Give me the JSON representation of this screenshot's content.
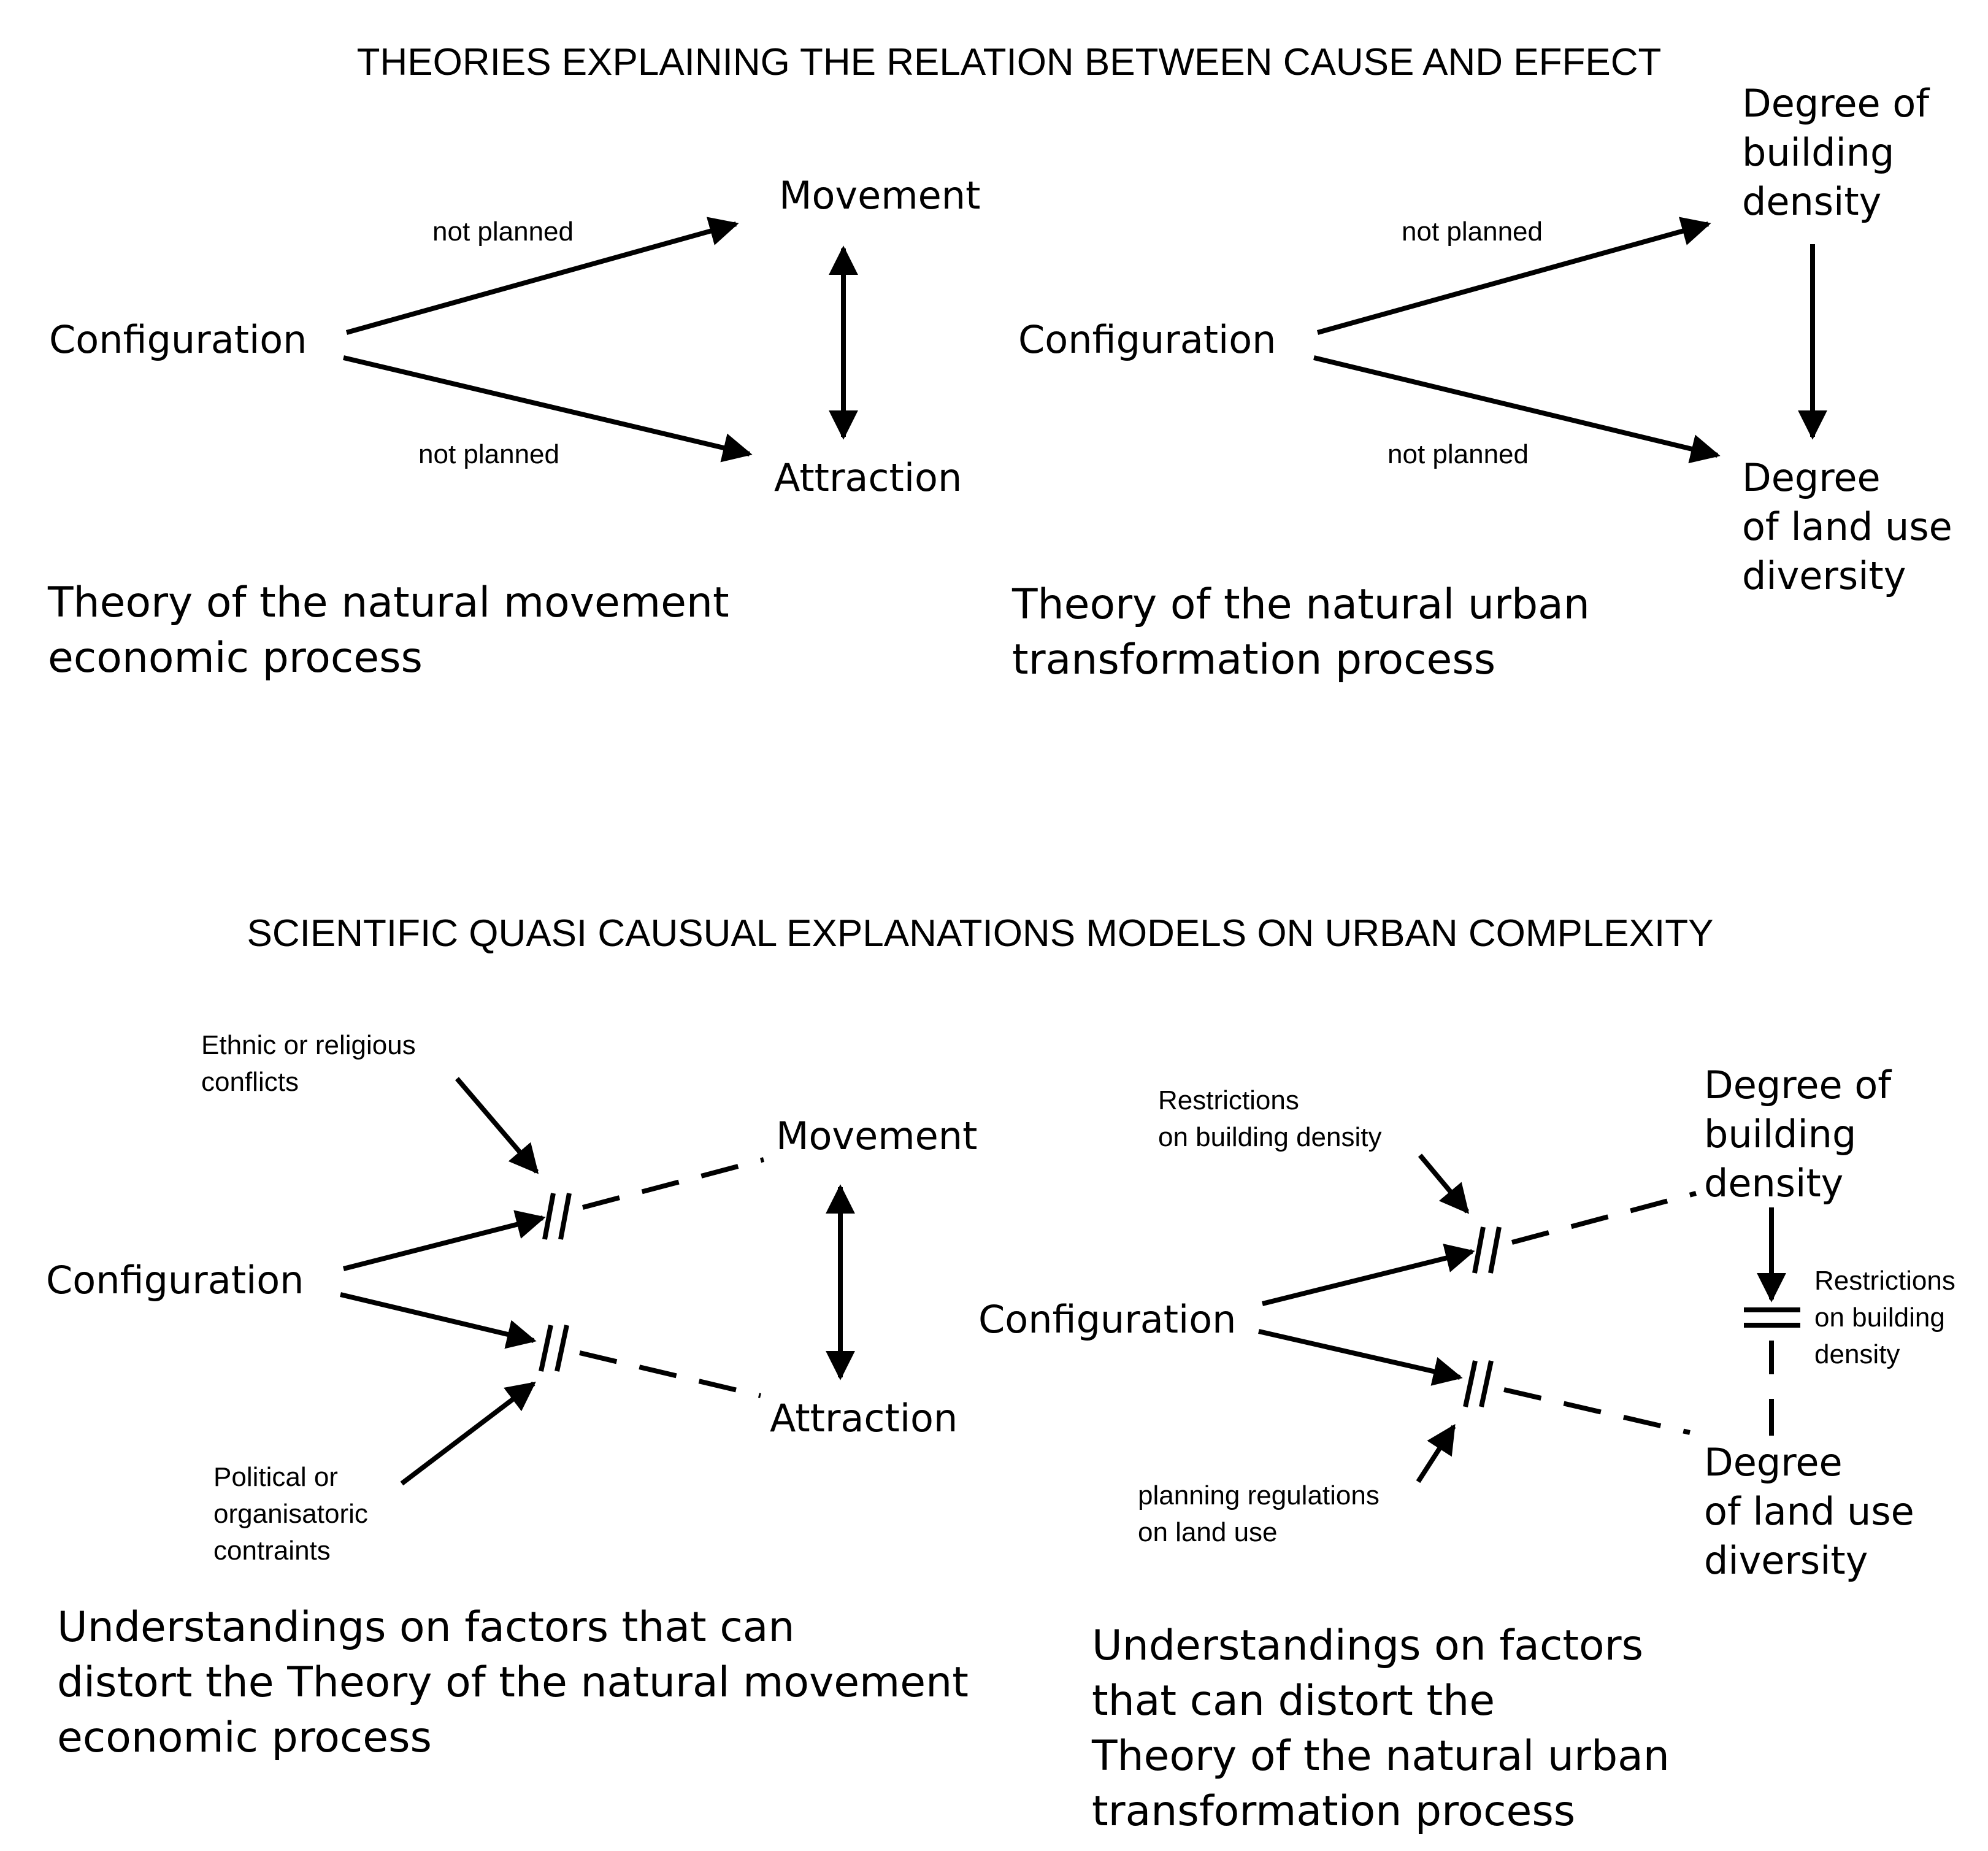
{
  "top": {
    "title": "THEORIES EXPLAINING THE RELATION BETWEEN CAUSE AND EFFECT",
    "left": {
      "cause": "Configuration",
      "effect_top": "Movement",
      "effect_bottom": "Attraction",
      "edge_top": "not planned",
      "edge_bottom": "not planned",
      "caption": [
        "Theory of the natural movement",
        "economic process"
      ]
    },
    "right": {
      "cause": "Configuration",
      "effect_top": [
        "Degree of",
        "building",
        "density"
      ],
      "effect_bottom": [
        "Degree",
        "of land use",
        "diversity"
      ],
      "edge_top": "not planned",
      "edge_bottom": "not planned",
      "caption": [
        "Theory of the natural urban",
        "transformation process"
      ]
    }
  },
  "bottom": {
    "title": "SCIENTIFIC QUASI CAUSUAL EXPLANATIONS MODELS ON URBAN COMPLEXITY",
    "left": {
      "cause": "Configuration",
      "effect_top": "Movement",
      "effect_bottom": "Attraction",
      "factor_top": [
        "Ethnic or religious",
        "conflicts"
      ],
      "factor_bottom": [
        "Political or",
        "organisatoric",
        "contraints"
      ],
      "caption": [
        "Understandings on factors that can",
        "distort the Theory of the natural movement",
        "economic process"
      ]
    },
    "right": {
      "cause": "Configuration",
      "effect_top": [
        "Degree of",
        "building",
        "density"
      ],
      "effect_bottom": [
        "Degree",
        "of land use",
        "diversity"
      ],
      "factor_top": [
        "Restrictions",
        "on building density"
      ],
      "factor_bottom": [
        "planning regulations",
        "on land use"
      ],
      "factor_side": [
        "Restrictions",
        "on building",
        "density"
      ],
      "caption": [
        "Understandings on factors",
        "that can distort the",
        "Theory of the natural urban",
        "transformation process"
      ]
    }
  }
}
